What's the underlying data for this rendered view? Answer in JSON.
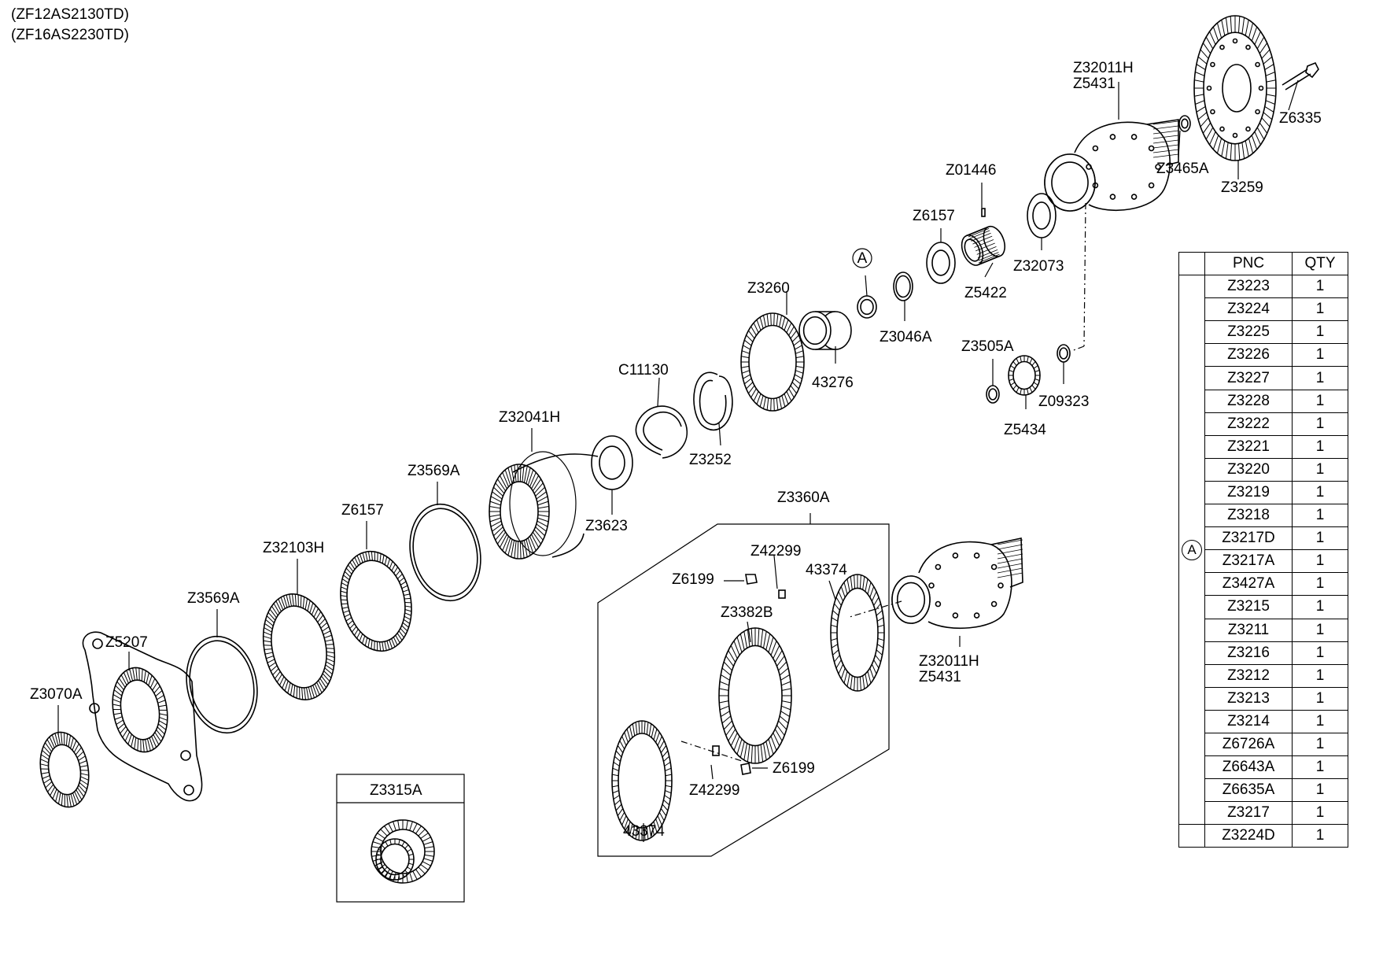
{
  "models": [
    "(ZF12AS2130TD)",
    "(ZF16AS2230TD)"
  ],
  "labels": [
    {
      "id": "Z32011H_top",
      "text": "Z32011H"
    },
    {
      "id": "Z5431_top",
      "text": "Z5431"
    },
    {
      "id": "Z6335",
      "text": "Z6335"
    },
    {
      "id": "Z3465A",
      "text": "Z3465A"
    },
    {
      "id": "Z3259",
      "text": "Z3259"
    },
    {
      "id": "Z01446",
      "text": "Z01446"
    },
    {
      "id": "Z6157_top",
      "text": "Z6157"
    },
    {
      "id": "Z32073",
      "text": "Z32073"
    },
    {
      "id": "Z5422",
      "text": "Z5422"
    },
    {
      "id": "ref_A_top",
      "text": "A"
    },
    {
      "id": "Z3046A",
      "text": "Z3046A"
    },
    {
      "id": "Z3505A",
      "text": "Z3505A"
    },
    {
      "id": "Z09323",
      "text": "Z09323"
    },
    {
      "id": "Z5434",
      "text": "Z5434"
    },
    {
      "id": "Z3260",
      "text": "Z3260"
    },
    {
      "id": "43276",
      "text": "43276"
    },
    {
      "id": "C11130",
      "text": "C11130"
    },
    {
      "id": "Z3252",
      "text": "Z3252"
    },
    {
      "id": "Z32041H",
      "text": "Z32041H"
    },
    {
      "id": "Z3623",
      "text": "Z3623"
    },
    {
      "id": "Z3569A_mid",
      "text": "Z3569A"
    },
    {
      "id": "Z6157_mid",
      "text": "Z6157"
    },
    {
      "id": "Z32103H",
      "text": "Z32103H"
    },
    {
      "id": "Z3569A_low",
      "text": "Z3569A"
    },
    {
      "id": "Z5207",
      "text": "Z5207"
    },
    {
      "id": "Z3070A",
      "text": "Z3070A"
    },
    {
      "id": "Z3360A",
      "text": "Z3360A"
    },
    {
      "id": "Z42299_top",
      "text": "Z42299"
    },
    {
      "id": "Z6199_top",
      "text": "Z6199"
    },
    {
      "id": "43374_top",
      "text": "43374"
    },
    {
      "id": "Z3382B",
      "text": "Z3382B"
    },
    {
      "id": "Z32011H_mid",
      "text": "Z32011H"
    },
    {
      "id": "Z5431_mid",
      "text": "Z5431"
    },
    {
      "id": "Z6199_bot",
      "text": "Z6199"
    },
    {
      "id": "Z42299_bot",
      "text": "Z42299"
    },
    {
      "id": "43374_bot",
      "text": "43374"
    },
    {
      "id": "Z3315A",
      "text": "Z3315A"
    }
  ],
  "table": {
    "headers": [
      "",
      "PNC",
      "QTY"
    ],
    "group_label": "A",
    "rows": [
      {
        "pnc": "Z3223",
        "qty": "1"
      },
      {
        "pnc": "Z3224",
        "qty": "1"
      },
      {
        "pnc": "Z3225",
        "qty": "1"
      },
      {
        "pnc": "Z3226",
        "qty": "1"
      },
      {
        "pnc": "Z3227",
        "qty": "1"
      },
      {
        "pnc": "Z3228",
        "qty": "1"
      },
      {
        "pnc": "Z3222",
        "qty": "1"
      },
      {
        "pnc": "Z3221",
        "qty": "1"
      },
      {
        "pnc": "Z3220",
        "qty": "1"
      },
      {
        "pnc": "Z3219",
        "qty": "1"
      },
      {
        "pnc": "Z3218",
        "qty": "1"
      },
      {
        "pnc": "Z3217D",
        "qty": "1"
      },
      {
        "pnc": "Z3217A",
        "qty": "1"
      },
      {
        "pnc": "Z3427A",
        "qty": "1"
      },
      {
        "pnc": "Z3215",
        "qty": "1"
      },
      {
        "pnc": "Z3211",
        "qty": "1"
      },
      {
        "pnc": "Z3216",
        "qty": "1"
      },
      {
        "pnc": "Z3212",
        "qty": "1"
      },
      {
        "pnc": "Z3213",
        "qty": "1"
      },
      {
        "pnc": "Z3214",
        "qty": "1"
      },
      {
        "pnc": "Z6726A",
        "qty": "1"
      },
      {
        "pnc": "Z6643A",
        "qty": "1"
      },
      {
        "pnc": "Z6635A",
        "qty": "1"
      },
      {
        "pnc": "Z3217",
        "qty": "1"
      }
    ],
    "extra_row": {
      "pnc": "Z3224D",
      "qty": "1"
    }
  }
}
